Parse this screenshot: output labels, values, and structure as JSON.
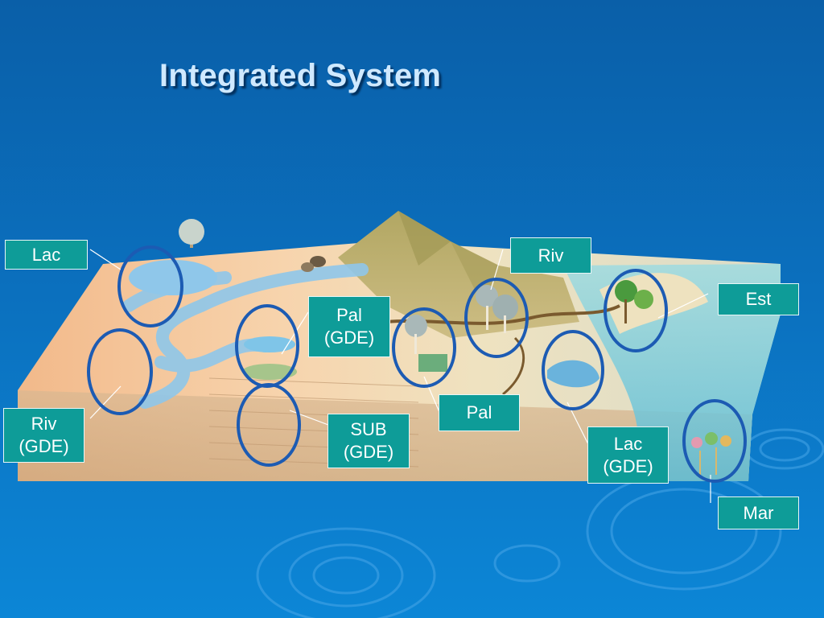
{
  "slide": {
    "title": "Integrated System"
  },
  "labels": {
    "lac_top": "Lac",
    "riv_gde": "Riv\n(GDE)",
    "pal_gde": "Pal\n(GDE)",
    "sub_gde": "SUB\n(GDE)",
    "pal": "Pal",
    "riv_top": "Riv",
    "lac_gde": "Lac\n(GDE)",
    "est": "Est",
    "mar": "Mar"
  },
  "colors": {
    "background": "#0b6fbd",
    "label_fill": "#0e9c98",
    "circle_stroke": "#1c5bb3",
    "title_text": "#cfe9ff"
  }
}
